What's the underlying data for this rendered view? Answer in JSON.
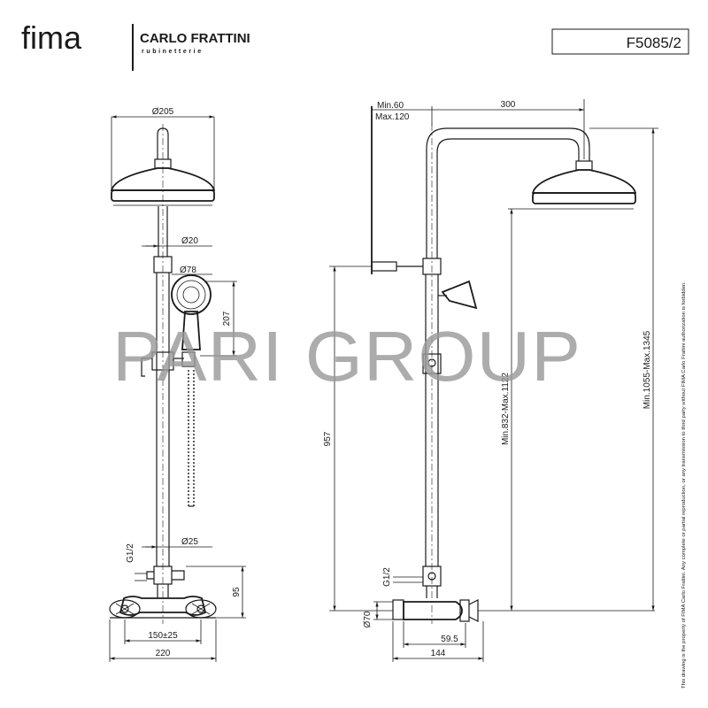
{
  "header": {
    "logo_word": "fima",
    "brand_name": "CARLO FRATTINI",
    "brand_sub": "rubinetterie",
    "model_code": "F5085/2"
  },
  "watermark": "PARI GROUP",
  "disclaimer": "This drawing is the property of FIMA Carlo Frattini. Any complete or partial reproduction, or any transmission to third party without FIMA Carlo Frattini authorization is forbidden.",
  "front_view": {
    "dim_head_diameter": "Ø205",
    "dim_pipe_diameter": "Ø20",
    "dim_hand_diameter": "Ø78",
    "dim_hand_height": "207",
    "dim_lower_pipe": "Ø25",
    "dim_thread": "G1/2",
    "dim_body_height": "95",
    "dim_centers": "150±25",
    "dim_width": "220"
  },
  "side_view": {
    "dim_min_offset": "Min.60",
    "dim_max_offset": "Max.120",
    "dim_arm": "300",
    "dim_slider": "957",
    "dim_head_height": "Min.832-Max.1122",
    "dim_total_height": "Min.1055-Max.1345",
    "dim_thread": "G1/2",
    "dim_flange": "Ø70",
    "dim_handle": "59.5",
    "dim_depth": "144"
  }
}
